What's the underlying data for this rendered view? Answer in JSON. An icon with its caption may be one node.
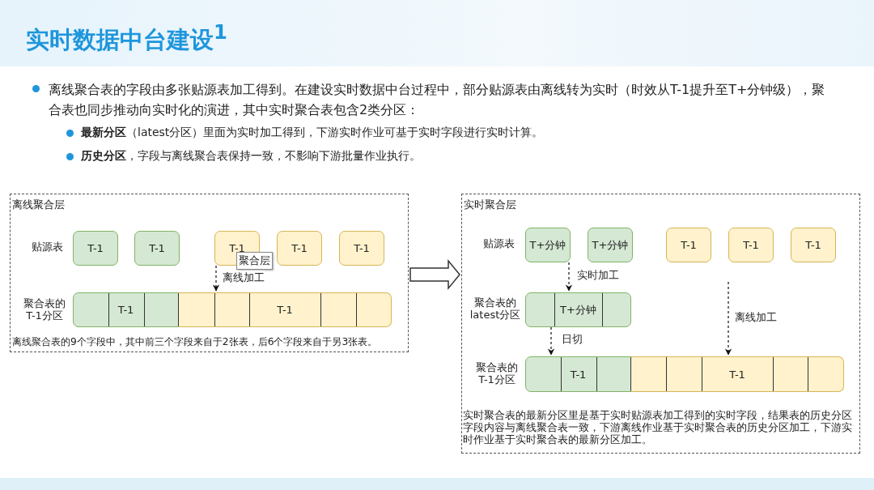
{
  "diagram": {
    "title": "实时数据中台建设$^{1}$",
    "nodes": [
      {
        "text": [
          "离线聚合层"
        ]
      },
      {
        "text": [
          "T-1"
        ],
        "in": 0
      },
      {
        "text": [
          "T-1"
        ],
        "in": 0
      },
      {
        "text": [
          "T-1"
        ],
        "in": 0
      },
      {
        "text": [
          "T-1"
        ],
        "in": 0
      },
      {
        "text": [
          "T-1"
        ],
        "in": 0
      },
      {
        "text": [
          "T-1"
        ],
        "in": 0,
        "beside": [
          "聚合表的T-1分区"
        ]
      },
      {
        "text": [
          "T-1"
        ],
        "in": 0
      },
      {
        "text": [
          "实时聚合层"
        ]
      },
      {
        "text": [
          "T+分钟"
        ],
        "in": 8
      },
      {
        "text": [
          "T+分钟"
        ],
        "in": 8
      },
      {
        "text": [
          "T-1"
        ],
        "in": 8
      },
      {
        "text": [
          "T-1"
        ],
        "in": 8
      },
      {
        "text": [
          "T-1"
        ],
        "in": 8
      },
      {
        "text": [
          "T+分钟"
        ],
        "in": 8,
        "beside": [
          "聚合表的latest分区"
        ]
      },
      {
        "text": [
          "T-1"
        ],
        "in": 8,
        "beside": [
          "聚合表的T-1分区"
        ]
      },
      {
        "text": [
          "T-1"
        ],
        "in": 8
      }
    ],
    "edges": [
      {
        "from": 3,
        "to": 7,
        "arrow": "to",
        "style": "dashed",
        "label": "离线加工"
      },
      {
        "from": 0,
        "to": 8,
        "arrow": "to"
      },
      {
        "from": 9,
        "to": 14,
        "arrow": "to",
        "style": "dashed",
        "label": "实时加工"
      },
      {
        "from": 14,
        "to": 15,
        "arrow": "to",
        "style": "dashed",
        "label": "日切"
      },
      {
        "from": null,
        "to": 16,
        "arrow": "to",
        "style": "dashed",
        "label": "离线加工"
      }
    ],
    "labels": [
      "离线聚合表的字段由多张贴源表加工得到。在建设实时数据中台过程中，部分贴源表由离线转为实时（时效从T-1提升至T+分钟级），聚合表也同步推动向实时化的演进，其中实时聚合表包含2类分区：",
      "**最新分区**（latest分区）里面为实时加工得到，下游实时作业可基于实时字段进行实时计算。",
      "**历史分区**，字段与离线聚合表保持一致，不影响下游批量作业执行。",
      "贴源表",
      "聚合层",
      "离线聚合表的9个字段中，其中前三个字段来自于2张表，后6个字段来自于另3张表。",
      "贴源表",
      "实时聚合表的最新分区里是基于实时贴源表加工得到的实时字段，结果表的历史分区字段内容与离线聚合表一致，下游离线作业基于实时聚合表的历史分区加工，下游实时作业基于实时聚合表的最新分区加工。"
    ]
  }
}
